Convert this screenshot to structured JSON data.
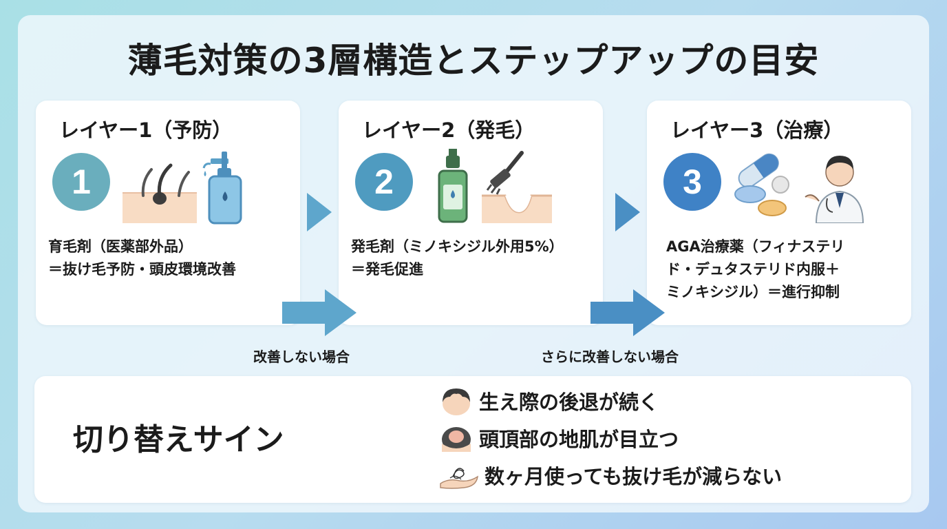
{
  "title": "薄毛対策の3層構造とステップアップの目安",
  "layers": [
    {
      "heading": "レイヤー1（予防）",
      "number": "1",
      "color": "#6aaebd",
      "desc": [
        "育毛剤（医薬部外品）",
        "＝抜け毛予防・頭皮環境改善"
      ]
    },
    {
      "heading": "レイヤー2（発毛）",
      "number": "2",
      "color": "#4f9bc0",
      "desc": [
        "発毛剤（ミノキシジル外用5%）",
        "＝発毛促進"
      ]
    },
    {
      "heading": "レイヤー3（治療）",
      "number": "3",
      "color": "#3f82c6",
      "desc": [
        "AGA治療薬（フィナステリ",
        "ド・デュタステリド内服＋",
        "ミノキシジル）＝進行抑制"
      ]
    }
  ],
  "conditions": [
    "改善しない場合",
    "さらに改善しない場合"
  ],
  "signs": {
    "title": "切り替えサイン",
    "items": [
      {
        "text": "生え際の後退が続く",
        "icon": "receding-hairline-icon"
      },
      {
        "text": "頭頂部の地肌が目立つ",
        "icon": "crown-thinning-icon"
      },
      {
        "text": "数ヶ月使っても抜け毛が減らない",
        "icon": "hair-in-hand-icon"
      }
    ]
  },
  "colors": {
    "arrow": "#5ea6cc",
    "arrow_dark": "#4a8fc4",
    "skin": "#f8dcc4"
  }
}
